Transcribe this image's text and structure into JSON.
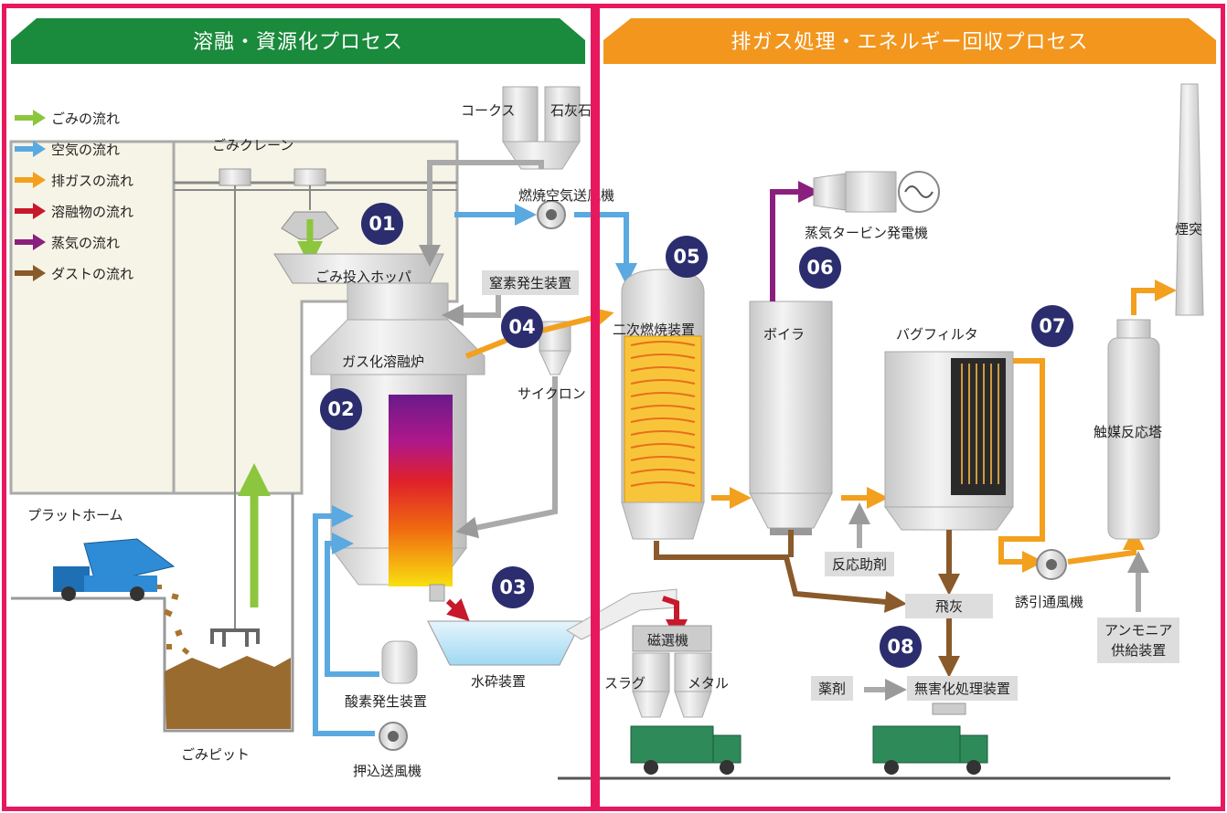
{
  "banners": {
    "left": "溶融・資源化プロセス",
    "right": "排ガス処理・エネルギー回収プロセス"
  },
  "legend": [
    {
      "label": "ごみの流れ",
      "color": "#8cc63e"
    },
    {
      "label": "空気の流れ",
      "color": "#5aa9e0"
    },
    {
      "label": "排ガスの流れ",
      "color": "#f2a01e"
    },
    {
      "label": "溶融物の流れ",
      "color": "#c8182b"
    },
    {
      "label": "蒸気の流れ",
      "color": "#8b1f7e"
    },
    {
      "label": "ダストの流れ",
      "color": "#8a5a2b"
    }
  ],
  "badges": [
    "01",
    "02",
    "03",
    "04",
    "05",
    "06",
    "07",
    "08"
  ],
  "labels": {
    "crane": "ごみクレーン",
    "coke": "コークス",
    "limestone": "石灰石",
    "hopper": "ごみ投入ホッパ",
    "nitrogen": "窒素発生装置",
    "furnace": "ガス化溶融炉",
    "cyclone": "サイクロン",
    "combustion_fan": "燃焼空気送風機",
    "platform": "プラットホーム",
    "pit": "ごみピット",
    "oxygen": "酸素発生装置",
    "push_fan": "押込送風機",
    "water_crusher": "水砕装置",
    "magnet": "磁選機",
    "slag": "スラグ",
    "metal": "メタル",
    "secondary": "二次燃焼装置",
    "turbine": "蒸気タービン発電機",
    "boiler": "ボイラ",
    "bagfilter": "バグフィルタ",
    "reaction_agent": "反応助剤",
    "fly_ash": "飛灰",
    "chemical": "薬剤",
    "detox": "無害化処理装置",
    "induced_fan": "誘引通風機",
    "catalyst": "触媒反応塔",
    "chimney": "煙突",
    "ammonia1": "アンモニア",
    "ammonia2": "供給装置"
  },
  "colors": {
    "frame": "#e8185f",
    "banner_left": "#1a8a3c",
    "banner_right": "#f2961e",
    "badge": "#2b2d6e"
  }
}
